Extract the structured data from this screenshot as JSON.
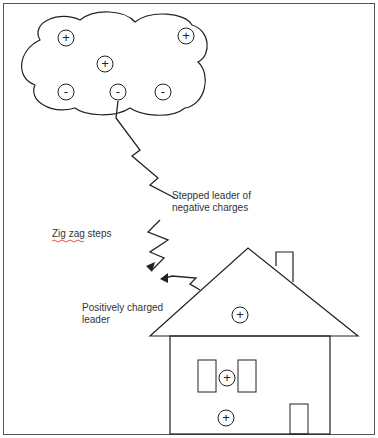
{
  "diagram": {
    "nodes": [
      {
        "text": [
          "+"
        ]
      },
      {
        "text": [
          "+"
        ]
      },
      {
        "text": [
          "+"
        ]
      },
      {
        "text": [
          "-"
        ]
      },
      {
        "text": [
          "-"
        ]
      },
      {
        "text": [
          "-"
        ]
      },
      {
        "text": [
          "+"
        ]
      },
      {
        "text": [
          "+"
        ]
      },
      {
        "text": [
          "+"
        ]
      }
    ],
    "labels": [
      "Stepped leader of negative charges",
      "Zig zag steps",
      "Positively charged leader"
    ]
  }
}
